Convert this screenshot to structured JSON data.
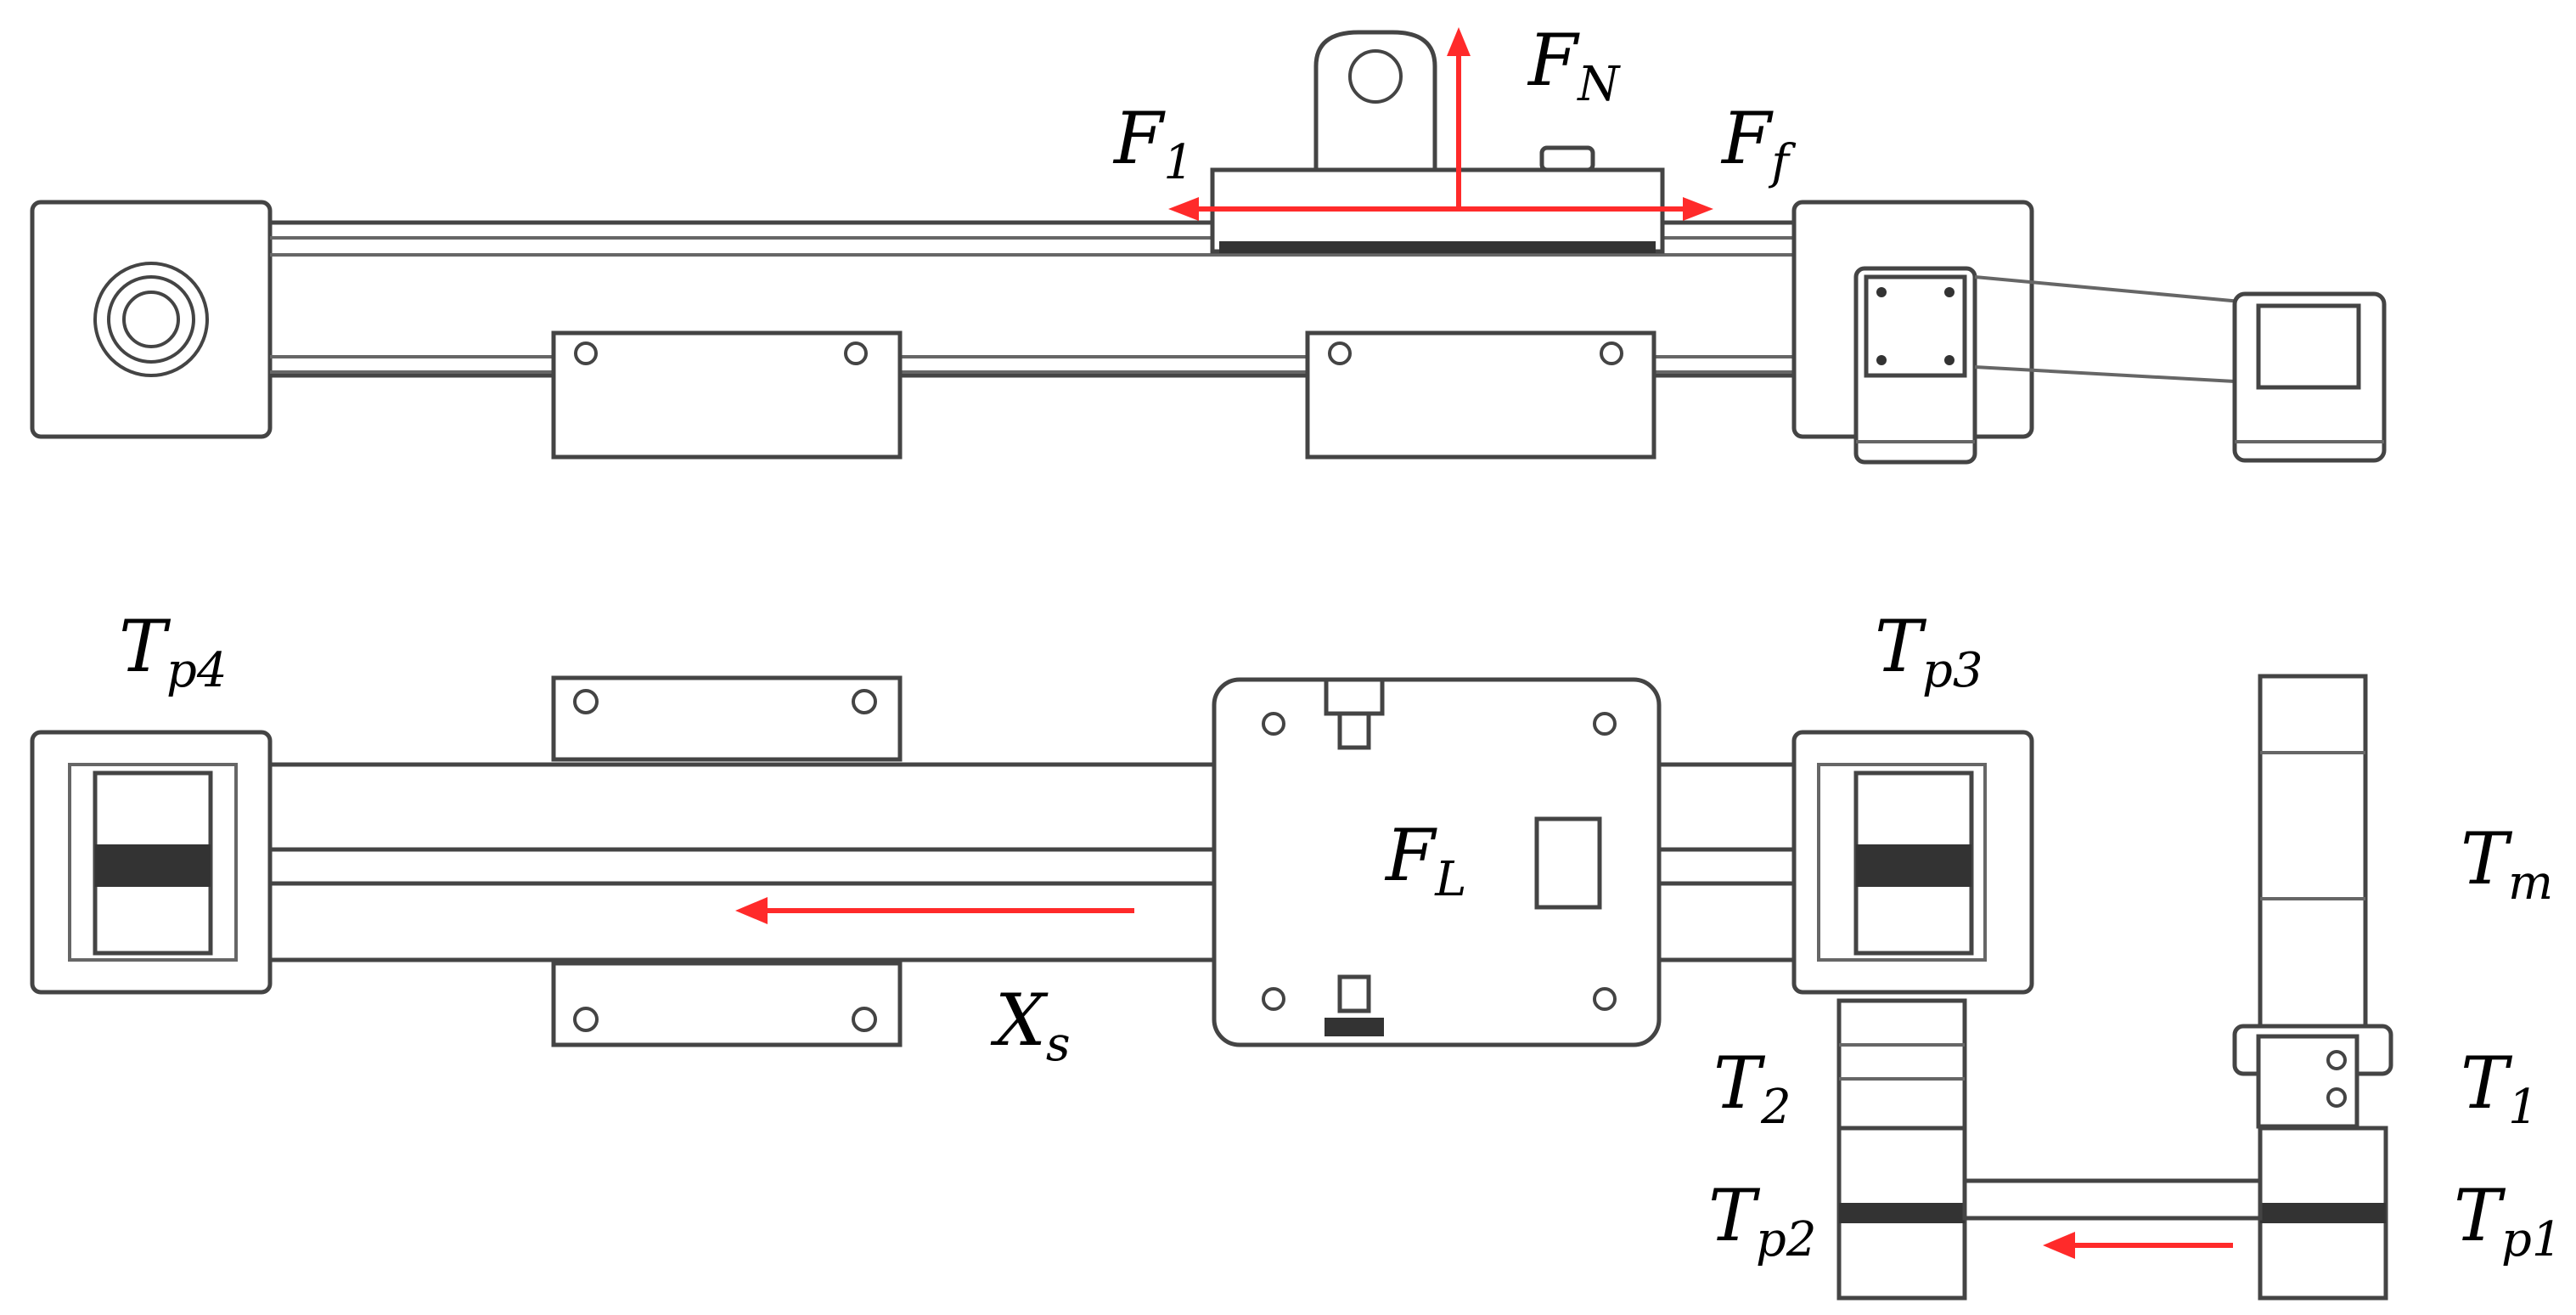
{
  "labels": {
    "F_N": {
      "main": "F",
      "sub": "N"
    },
    "F_1": {
      "main": "F",
      "sub": "1"
    },
    "F_f": {
      "main": "F",
      "sub": "f"
    },
    "F_L": {
      "main": "F",
      "sub": "L"
    },
    "X_s": {
      "main": "X",
      "sub": "s"
    },
    "T_p4": {
      "main": "T",
      "sub": "p4"
    },
    "T_p3": {
      "main": "T",
      "sub": "p3"
    },
    "T_m": {
      "main": "T",
      "sub": "m"
    },
    "T_2": {
      "main": "T",
      "sub": "2"
    },
    "T_1": {
      "main": "T",
      "sub": "1"
    },
    "T_p2": {
      "main": "T",
      "sub": "p2"
    },
    "T_p1": {
      "main": "T",
      "sub": "p1"
    }
  },
  "colors": {
    "arrow": "#ff2a2a",
    "line": "#444444",
    "background": "#ffffff"
  }
}
